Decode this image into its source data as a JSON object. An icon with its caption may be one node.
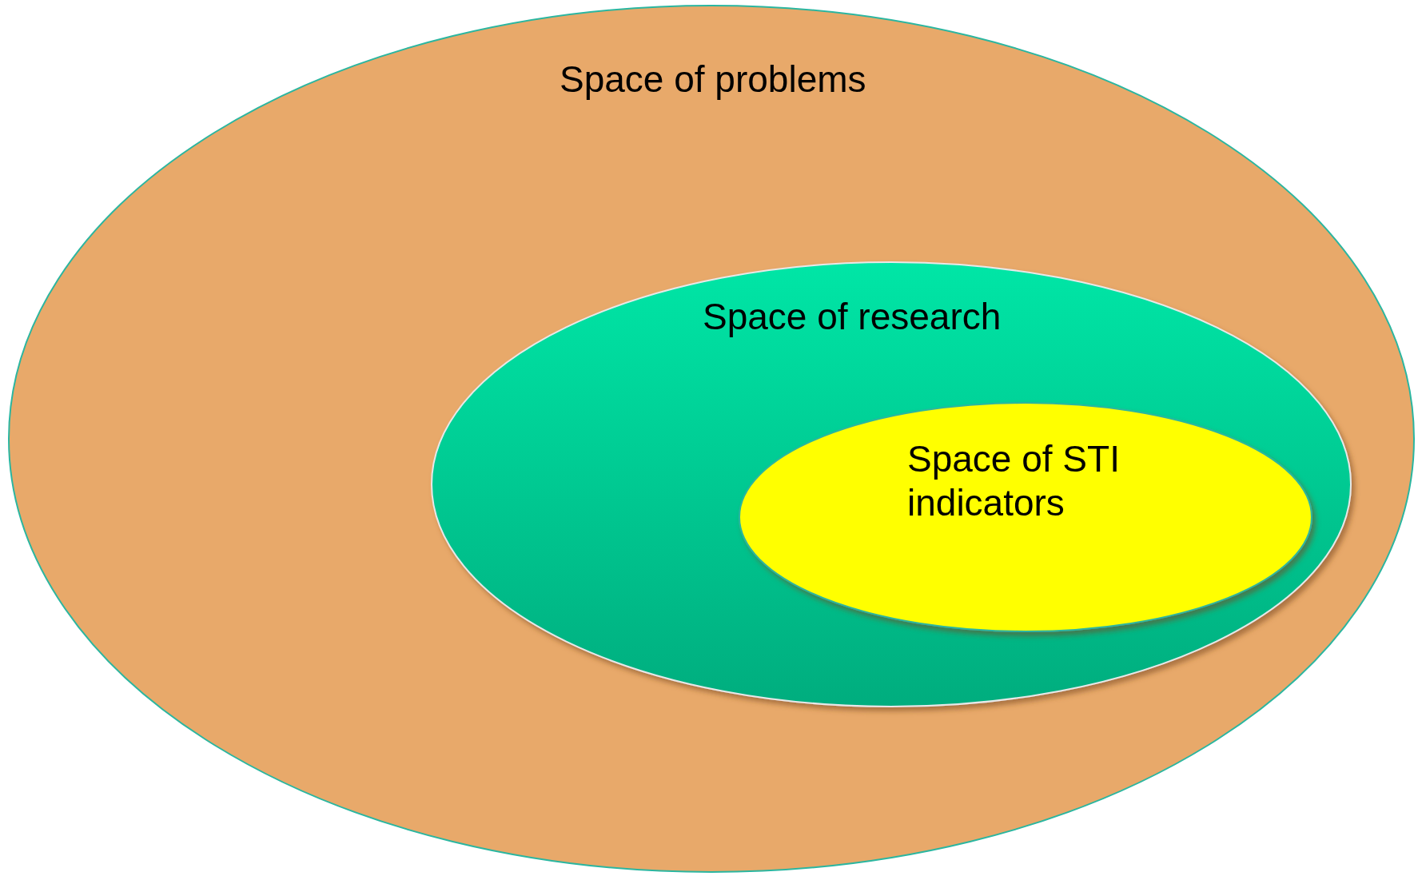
{
  "diagram": {
    "nodes": [
      {
        "text": [
          "Space of problems"
        ]
      },
      {
        "text": [
          "Space of research"
        ],
        "in": 0
      },
      {
        "text": [
          "Space of STI indicators"
        ],
        "in": 1
      }
    ]
  }
}
